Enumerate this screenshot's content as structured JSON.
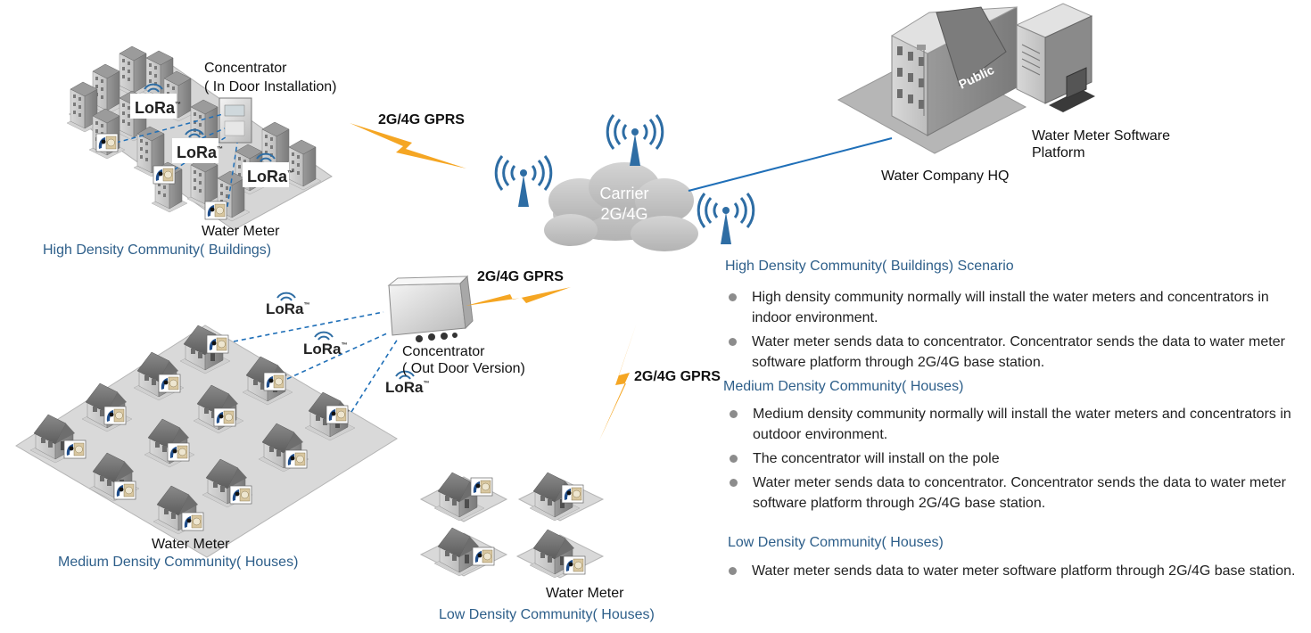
{
  "labels": {
    "concentrator_indoor_line1": "Concentrator",
    "concentrator_indoor_line2": "( In Door Installation)",
    "concentrator_outdoor_line1": "Concentrator",
    "concentrator_outdoor_line2": "( Out Door Version)",
    "water_meter_high": "Water Meter",
    "water_meter_medium": "Water Meter",
    "water_meter_low": "Water Meter",
    "high_caption": "High Density Community( Buildings)",
    "medium_caption": "Medium Density Community( Houses)",
    "low_caption": "Low Density Community( Houses)",
    "gprs_1": "2G/4G GPRS",
    "gprs_2": "2G/4G GPRS",
    "gprs_3": "2G/4G GPRS",
    "carrier_line1": "Carrier",
    "carrier_line2": "2G/4G",
    "hq": "Water Company HQ",
    "platform_line1": "Water Meter Software",
    "platform_line2": "Platform",
    "building_sign": "Public",
    "lora": "LoRa",
    "lora_tm": "™"
  },
  "sections": {
    "high": {
      "heading": "High Density Community( Buildings) Scenario",
      "bullets": [
        "High density community normally will install the water meters and concentrators in indoor environment.",
        "Water meter sends  data to concentrator. Concentrator sends the data to water meter software platform through  2G/4G base station."
      ]
    },
    "medium": {
      "heading": "Medium Density Community( Houses)",
      "bullets": [
        "Medium density community normally will install the water meters and concentrators in outdoor environment.",
        "The concentrator will install on the pole",
        "Water meter sends  data to concentrator. Concentrator sends the data to water meter software platform through  2G/4G base station."
      ]
    },
    "low": {
      "heading": "Low Density Community( Houses)",
      "bullets": [
        "Water meter sends  data to water meter software platform through  2G/4G base station."
      ]
    }
  },
  "colors": {
    "caption": "#2e5f8a",
    "lightning": "#f5a623",
    "antenna": "#2e6da4",
    "link_line": "#1f6fb8",
    "cloud": "#c9c9c9"
  }
}
